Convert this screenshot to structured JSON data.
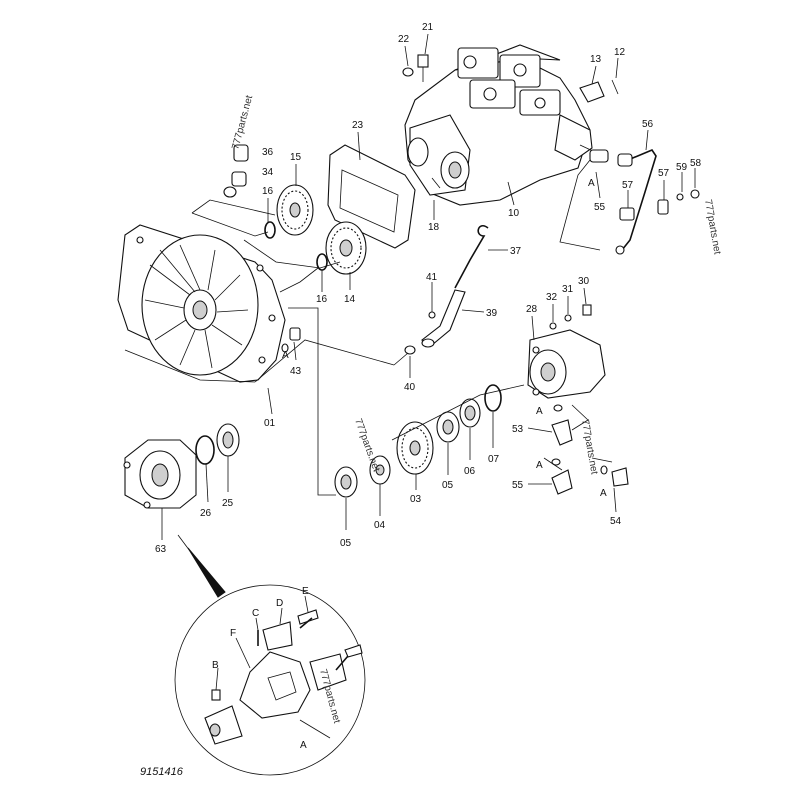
{
  "drawing_number": "9151416",
  "watermarks": [
    "777parts.net",
    "777parts.net",
    "777parts.net",
    "777parts.net",
    "777parts.net"
  ],
  "callouts": [
    {
      "id": "21",
      "text": "21"
    },
    {
      "id": "22",
      "text": "22"
    },
    {
      "id": "13",
      "text": "13"
    },
    {
      "id": "12",
      "text": "12"
    },
    {
      "id": "56",
      "text": "56"
    },
    {
      "id": "23",
      "text": "23"
    },
    {
      "id": "36",
      "text": "36"
    },
    {
      "id": "34",
      "text": "34"
    },
    {
      "id": "15",
      "text": "15"
    },
    {
      "id": "16a",
      "text": "16"
    },
    {
      "id": "10",
      "text": "10"
    },
    {
      "id": "18",
      "text": "18"
    },
    {
      "id": "55a",
      "text": "55"
    },
    {
      "id": "57",
      "text": "57"
    },
    {
      "id": "59",
      "text": "59"
    },
    {
      "id": "58",
      "text": "58"
    },
    {
      "id": "37",
      "text": "37"
    },
    {
      "id": "14",
      "text": "14"
    },
    {
      "id": "16b",
      "text": "16"
    },
    {
      "id": "41",
      "text": "41"
    },
    {
      "id": "32",
      "text": "32"
    },
    {
      "id": "31",
      "text": "31"
    },
    {
      "id": "30",
      "text": "30"
    },
    {
      "id": "28",
      "text": "28"
    },
    {
      "id": "39",
      "text": "39"
    },
    {
      "id": "43",
      "text": "43"
    },
    {
      "id": "40",
      "text": "40"
    },
    {
      "id": "01",
      "text": "01"
    },
    {
      "id": "53",
      "text": "53"
    },
    {
      "id": "07",
      "text": "07"
    },
    {
      "id": "06",
      "text": "06"
    },
    {
      "id": "05a",
      "text": "05"
    },
    {
      "id": "03",
      "text": "03"
    },
    {
      "id": "04",
      "text": "04"
    },
    {
      "id": "05b",
      "text": "05"
    },
    {
      "id": "55b",
      "text": "55"
    },
    {
      "id": "54",
      "text": "54"
    },
    {
      "id": "26",
      "text": "26"
    },
    {
      "id": "25",
      "text": "25"
    },
    {
      "id": "63",
      "text": "63"
    },
    {
      "id": "E",
      "text": "E"
    },
    {
      "id": "C",
      "text": "C"
    },
    {
      "id": "D",
      "text": "D"
    },
    {
      "id": "F",
      "text": "F"
    },
    {
      "id": "B",
      "text": "B"
    },
    {
      "id": "Adet",
      "text": "A"
    }
  ],
  "ref_marks": [
    {
      "id": "a1",
      "text": "A"
    },
    {
      "id": "a2",
      "text": "A"
    },
    {
      "id": "a3",
      "text": "A"
    },
    {
      "id": "a4",
      "text": "A"
    },
    {
      "id": "a5",
      "text": "A"
    }
  ]
}
